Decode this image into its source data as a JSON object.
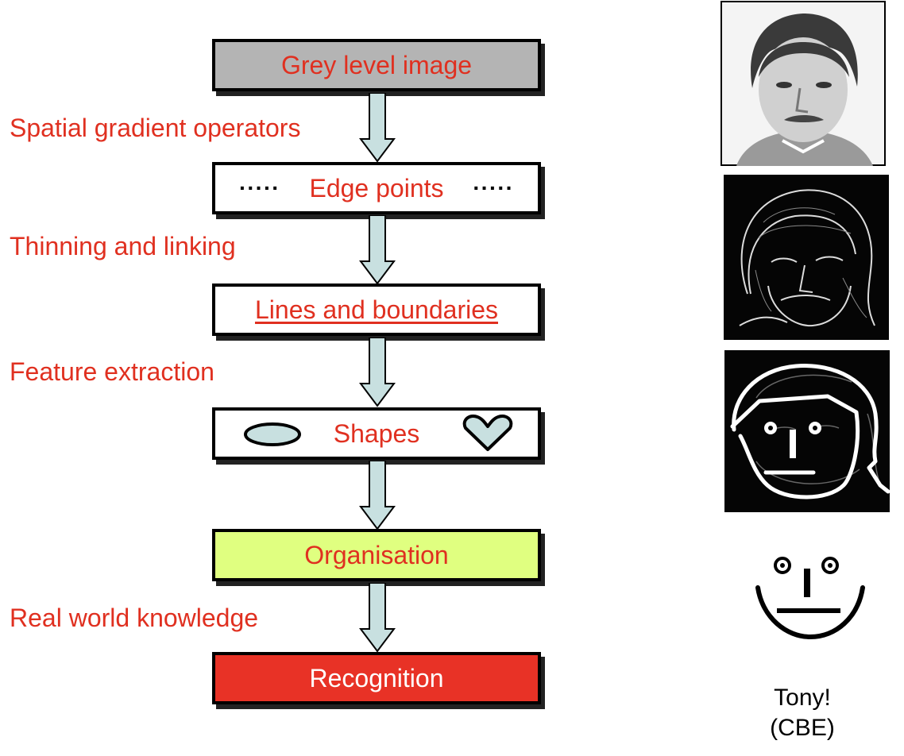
{
  "boxes": {
    "grey_level": "Grey level image",
    "edge_points": "Edge points",
    "edge_dots": "·····",
    "lines": "Lines and boundaries",
    "shapes": "Shapes",
    "organisation": "Organisation",
    "recognition": "Recognition"
  },
  "operations": {
    "spatial": "Spatial gradient operators",
    "thinning": "Thinning and linking",
    "feature": "Feature extraction",
    "knowledge": "Real world knowledge"
  },
  "caption": {
    "line1": "Tony!",
    "line2": "(CBE)"
  },
  "colors": {
    "label_red": "#e03020",
    "grey_box": "#b4b4b4",
    "organisation_box": "#e0ff80",
    "recognition_box": "#e83226",
    "arrow_fill": "#c8e0e0"
  }
}
